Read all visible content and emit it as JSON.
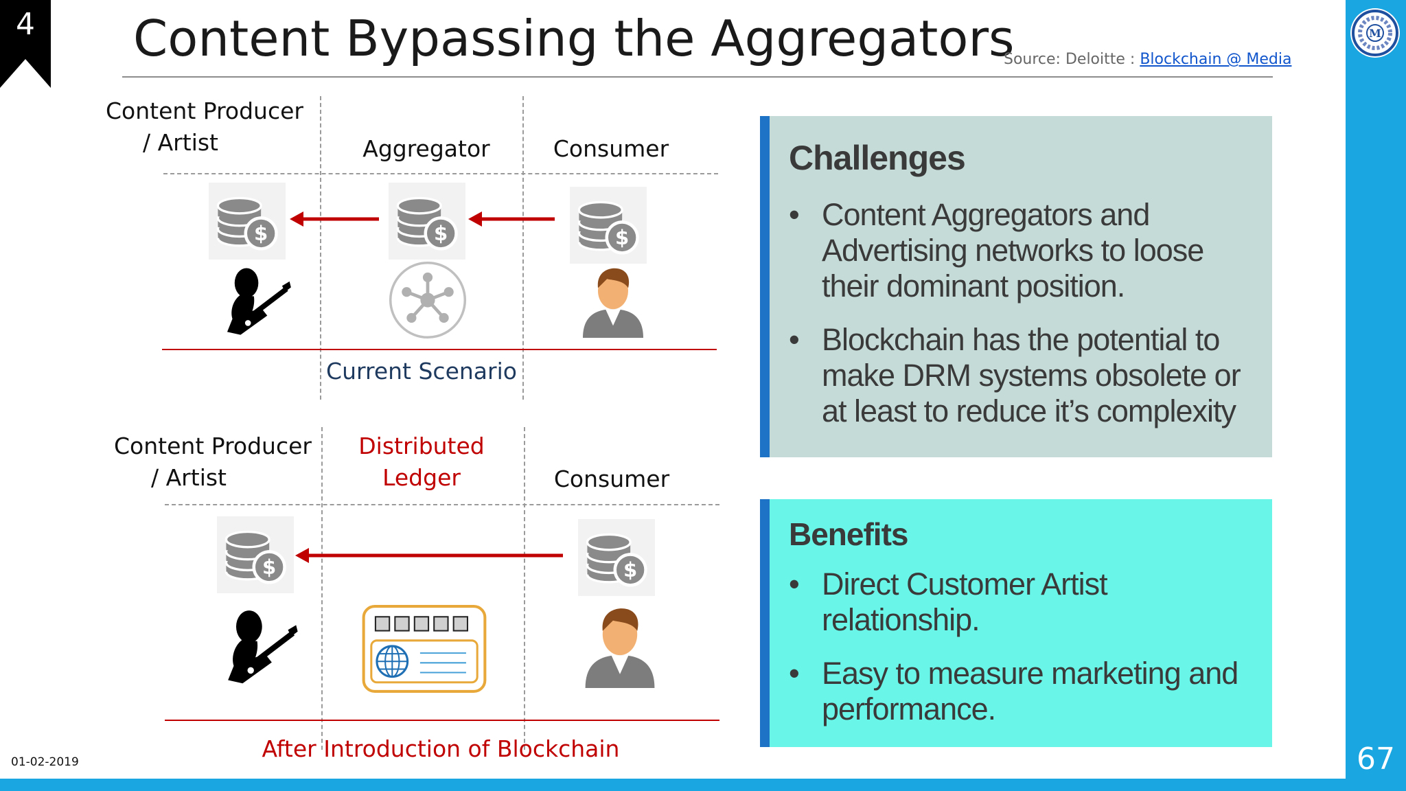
{
  "slide": {
    "section_number": "4",
    "title": "Content Bypassing the Aggregators",
    "source_prefix": "Source: Deloitte : ",
    "source_link": "Blockchain @ Media",
    "page_number": "67",
    "date": "01-02-2019"
  },
  "current_scenario": {
    "col1_line1": "Content Producer",
    "col1_line2": "/ Artist",
    "col2": "Aggregator",
    "col3": "Consumer",
    "caption": "Current Scenario"
  },
  "after_blockchain": {
    "col1_line1": "Content Producer",
    "col1_line2": "/ Artist",
    "col2_line1": "Distributed",
    "col2_line2": "Ledger",
    "col3": "Consumer",
    "caption": "After Introduction of Blockchain"
  },
  "challenges": {
    "heading": "Challenges",
    "items": [
      "Content Aggregators and Advertising networks to loose their dominant position.",
      "Blockchain has the potential to make DRM systems obsolete or at least to reduce it’s complexity"
    ]
  },
  "benefits": {
    "heading": "Benefits",
    "items": [
      "Direct Customer Artist relationship.",
      "Easy to measure marketing and performance."
    ]
  },
  "icons": {
    "money": "coins-dollar-icon",
    "artist": "guitarist-icon",
    "aggregator": "network-hub-icon",
    "consumer": "person-icon",
    "ledger": "blockchain-ledger-icon",
    "logo": "institute-logo-icon"
  },
  "colors": {
    "accent_blue": "#1aa6e0",
    "arrow_red": "#c00000",
    "challenges_bg": "#c5dbd7",
    "benefits_bg": "#69f5e8",
    "box_border": "#1f73c6"
  }
}
